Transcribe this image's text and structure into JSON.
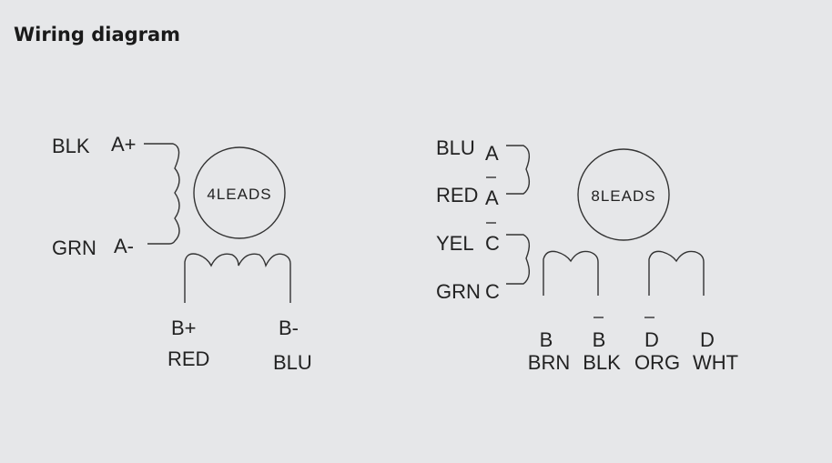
{
  "title": "Wiring diagram",
  "four_lead": {
    "motor_label": "4LEADS",
    "leads": [
      {
        "color": "BLK",
        "terminal": "A+"
      },
      {
        "color": "GRN",
        "terminal": "A-"
      },
      {
        "color": "RED",
        "terminal": "B+"
      },
      {
        "color": "BLU",
        "terminal": "B-"
      }
    ]
  },
  "eight_lead": {
    "motor_label": "8LEADS",
    "leads": [
      {
        "color": "BLU",
        "terminal": "A",
        "inverted": false
      },
      {
        "color": "RED",
        "terminal": "A",
        "inverted": true
      },
      {
        "color": "YEL",
        "terminal": "C",
        "inverted": true
      },
      {
        "color": "GRN",
        "terminal": "C",
        "inverted": false
      },
      {
        "color": "BRN",
        "terminal": "B",
        "inverted": false
      },
      {
        "color": "BLK",
        "terminal": "B",
        "inverted": true
      },
      {
        "color": "ORG",
        "terminal": "D",
        "inverted": true
      },
      {
        "color": "WHT",
        "terminal": "D",
        "inverted": false
      }
    ]
  }
}
